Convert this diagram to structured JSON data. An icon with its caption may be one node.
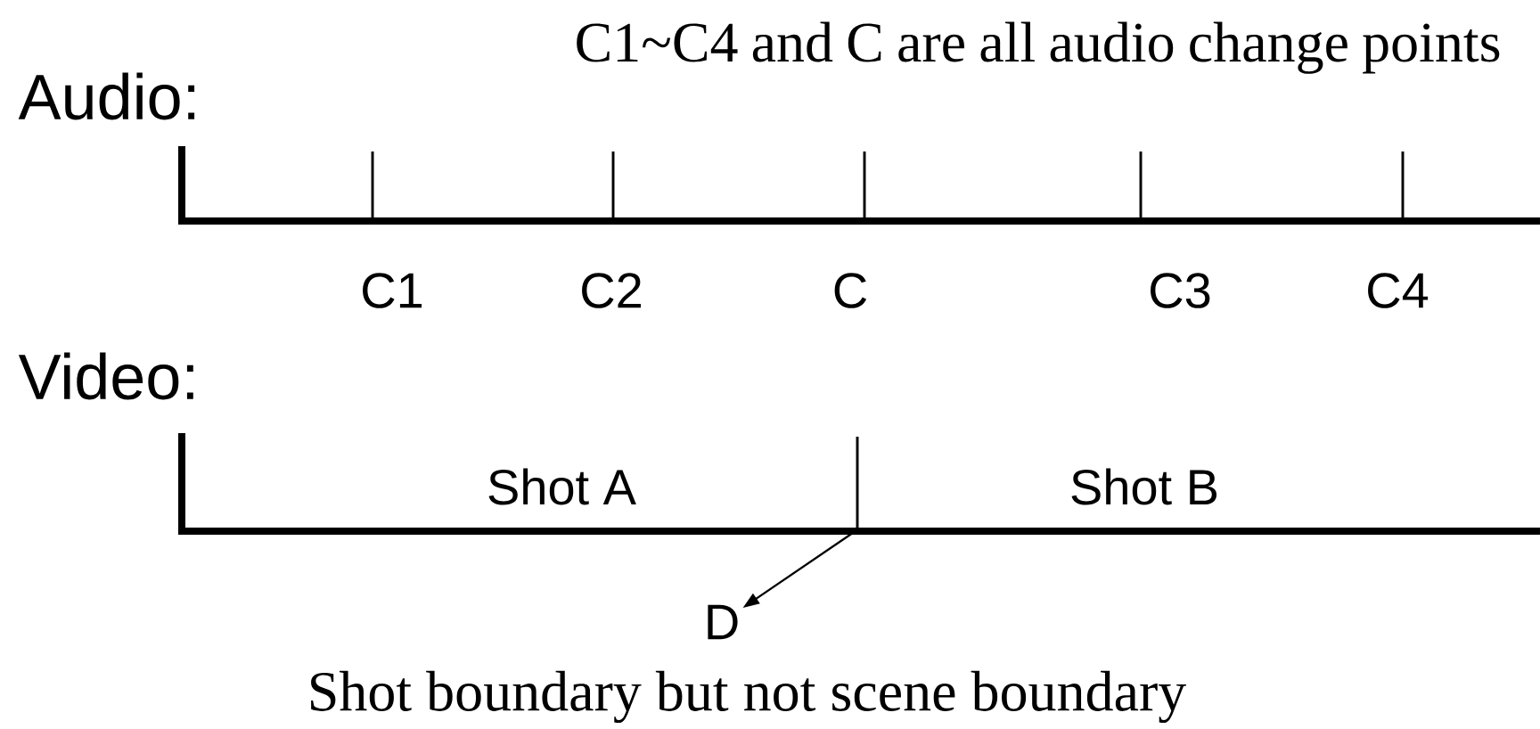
{
  "diagram": {
    "nodes": [
      {
        "text": [
          "D"
        ]
      },
      {
        "text": [],
        "shape": "bar"
      }
    ],
    "edges": [
      {
        "from": 1,
        "to": 0,
        "arrow": "to"
      }
    ],
    "labels": [
      "Audio:",
      "C1~C4 and C are all audio change points",
      "C1",
      "C2",
      "C",
      "C3",
      "C4",
      "Video:",
      "Shot A",
      "Shot B",
      "Shot boundary but not scene boundary"
    ]
  }
}
